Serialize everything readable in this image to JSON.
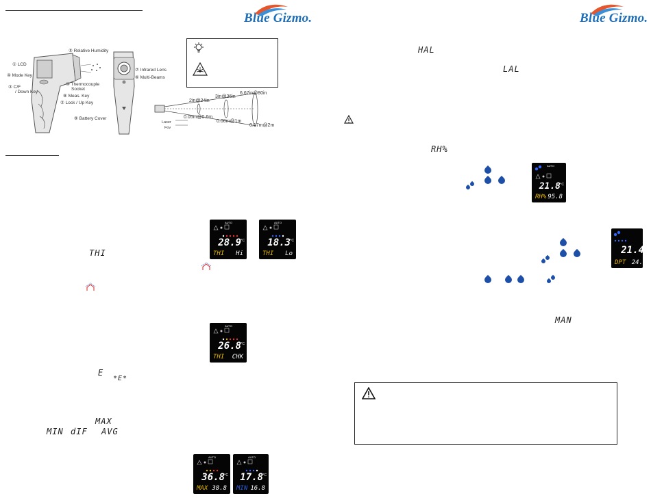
{
  "logos": {
    "text": "Blue Gizmo.",
    "left": "Blue Gizmo.",
    "right": "Blue Gizmo."
  },
  "diagram": {
    "labels": {
      "relative_humidity": "⑤ Relative Humidity",
      "lcd": "① LCD",
      "mode_key": "④ Mode Key",
      "cf_down": "③ C/F",
      "cf_down2": "/ Down Key",
      "thermocouple": "⑩ Thermocouple",
      "socket": "Socket",
      "meas_key": "⑧ Meas. Key",
      "lock_up": "② Lock / Up Key",
      "battery": "⑨ Battery Cover",
      "ir_lens": "⑦ Infrared Lens",
      "multi_beams": "⑥ Multi-Beams"
    },
    "distances": {
      "d1": "2in@24in",
      "d2": "3in@36in",
      "d3": "6.67in@80in",
      "d4": "0.05m@0.6m",
      "d5": "0.08m@1m",
      "d6": "0.17m@2m",
      "laser": "Laser",
      "fov": "Fov"
    }
  },
  "segments": {
    "thi": "THI",
    "e": "E",
    "e_star": "*E*",
    "max": "MAX",
    "min": "MIN",
    "dif": "dIF",
    "avg": "AVG",
    "hal": "HAL",
    "lal": "LAL",
    "rh": "RH%",
    "man": "MAN"
  },
  "lcd_screens": [
    {
      "id": "hi",
      "temp": "28.9",
      "unit": "°C",
      "mode": "THI",
      "sub": "Hi",
      "top": "AUTO"
    },
    {
      "id": "lo",
      "temp": "18.3",
      "unit": "°C",
      "mode": "THI",
      "sub": "Lo",
      "top": "AUTO"
    },
    {
      "id": "chk",
      "temp": "26.8",
      "unit": "°C",
      "mode": "THI",
      "sub": "CHK",
      "top": "AUTO"
    },
    {
      "id": "max",
      "temp": "36.8",
      "unit": "°C",
      "mode": "MAX",
      "sub": "38.8",
      "top": "AUTO"
    },
    {
      "id": "min",
      "temp": "17.8",
      "unit": "°C",
      "mode": "MIN",
      "sub": "16.8",
      "top": "AUTO"
    },
    {
      "id": "rh",
      "temp": "21.8",
      "unit": "°C",
      "mode": "RH%",
      "sub": "95.8",
      "top": "AUTO"
    },
    {
      "id": "dpt",
      "temp": "21.4",
      "unit": "",
      "mode": "DPT",
      "sub": "24.",
      "top": "AUTO"
    }
  ],
  "colors": {
    "logo": "#1f6fb8",
    "drop": "#1e4fa8",
    "lcd_bg": "#050505",
    "mode_text": "#e8b800"
  }
}
